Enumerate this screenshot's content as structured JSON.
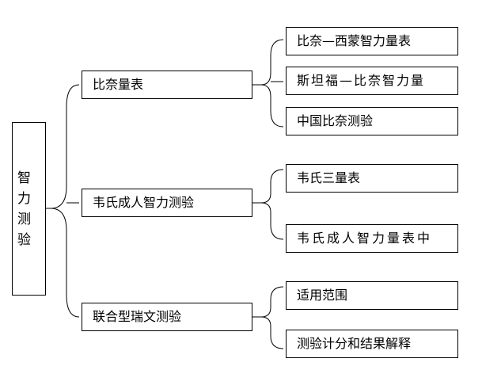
{
  "root": {
    "label": "智力测验",
    "chars": [
      "智",
      "力",
      "测",
      "验"
    ]
  },
  "branches": [
    {
      "label": "比奈量表",
      "children": [
        "比奈—西蒙智力量表",
        "斯坦福—比奈智力量",
        "中国比奈测验"
      ]
    },
    {
      "label": "韦氏成人智力测验",
      "children": [
        "韦氏三量表",
        "韦氏成人智力量表中"
      ]
    },
    {
      "label": "联合型瑞文测验",
      "children": [
        "适用范围",
        "测验计分和结果解释"
      ]
    }
  ]
}
